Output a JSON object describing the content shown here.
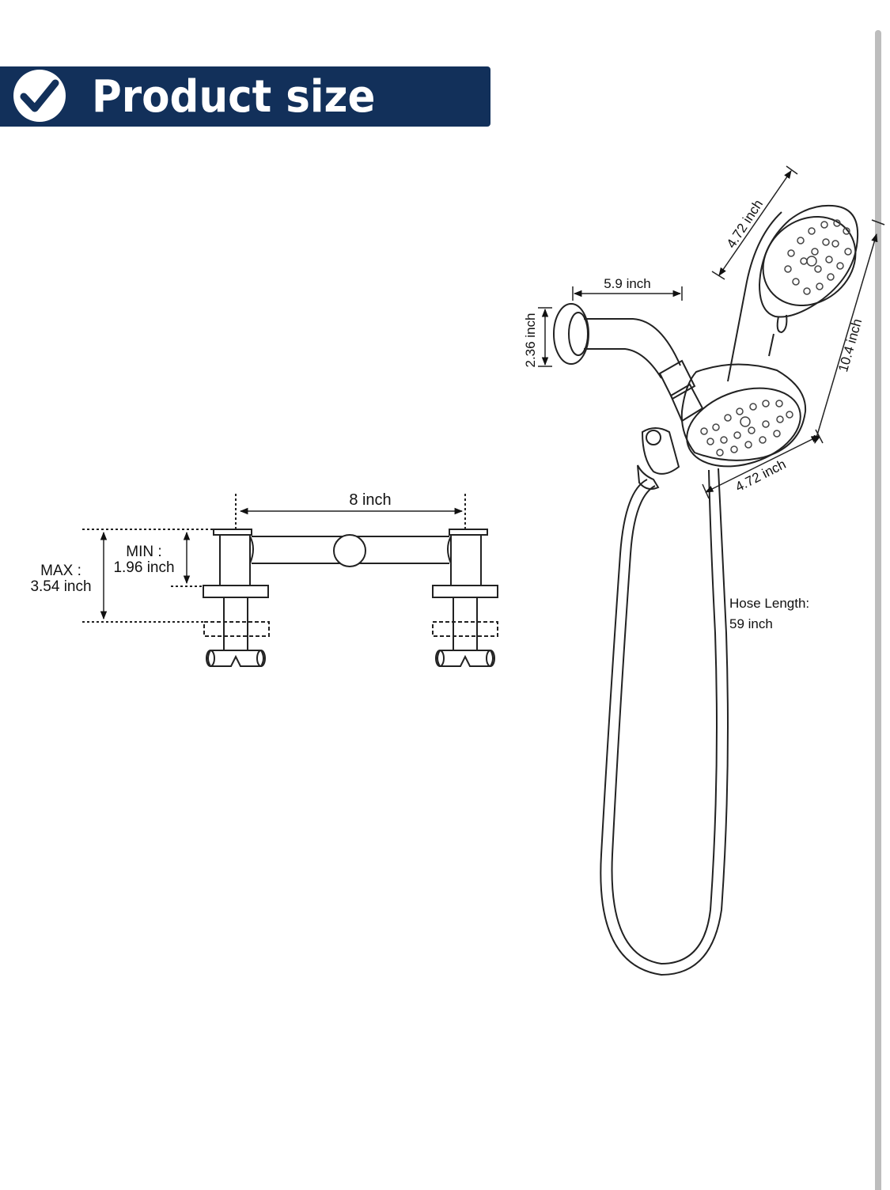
{
  "header": {
    "title": "Product size"
  },
  "icons": {
    "badge": "check-circle-icon"
  },
  "colors": {
    "banner": "#12305a",
    "line": "#222222"
  },
  "valve": {
    "width_label": "8   inch",
    "min_label": "MIN :",
    "min_value": "1.96 inch",
    "max_label": "MAX :",
    "max_value": "3.54 inch"
  },
  "shower": {
    "arm_length": "5.9 inch",
    "flange_diameter": "2.36 inch",
    "handheld_diameter": "4.72 inch",
    "fixed_head_diameter": "4.72 inch",
    "height": "10.4 inch",
    "hose_label": "Hose Length:",
    "hose_value": "59  inch"
  }
}
